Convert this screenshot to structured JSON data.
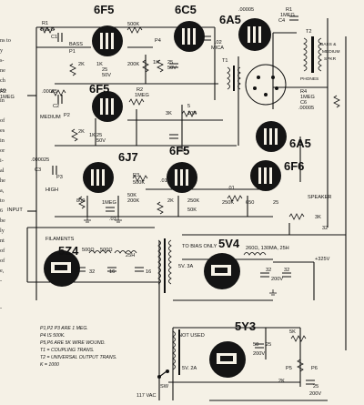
{
  "left_column": [
    "ns to",
    "y",
    "s-",
    "ne",
    "ch",
    "10",
    "in",
    "",
    "of",
    "es",
    "in",
    "or",
    "i-",
    "al",
    "he",
    "a,",
    "to",
    "6",
    "be",
    "ly",
    "nt",
    "of",
    "of",
    "e,",
    "-",
    "",
    "-"
  ],
  "tubes": {
    "t6f5_top": "6F5",
    "t6c5": "6C5",
    "t6a5_top": "6A5",
    "t6f5_mid": "6F5",
    "t6a5_mid": "6A5",
    "t6j7": "6J7",
    "t6f5_low": "6F5",
    "t6f6": "6F6",
    "t5z4": "5Z4",
    "t5v4": "5V4",
    "t5y3": "5Y3"
  },
  "labels": {
    "r1": "R1",
    "r1_val": "1MEG",
    "c1": "C1",
    "bass": "BASS",
    "p1": "P1",
    "r2k": "2K",
    "r1k": "1K",
    "c25": "25",
    "v50": "50V",
    "r500k": "500K",
    "r200k": "200K",
    "p4": "P4",
    "c02": ".02",
    "mica": "MICA",
    "t1": "T1",
    "c00005": ".00005",
    "c4": "C4",
    "t2": "T2",
    "bass_med": "BASS &",
    "medium_caps": "MEDIUM",
    "spkr": "SPKR",
    "phones": "PHONES",
    "r4": "R4",
    "c6": "C6",
    "r2": "R2",
    "c00025": ".00025",
    "c2": "C2",
    "medium_pot": "MEDIUM",
    "p2": "P2",
    "r3k": "3K",
    "c5": "5",
    "r10k": "10K",
    "c000025": ".000025",
    "c3": "C3",
    "p3": "P3",
    "high": "HIGH",
    "r800": "800",
    "c03": ".03",
    "input": "INPUT",
    "r3": "R3",
    "r50k": "50K",
    "c01": ".01",
    "r250k": "250K",
    "r650": "650",
    "speaker": "SPEAKER",
    "c32": "32",
    "filaments": "FILAMENTS",
    "l500": "500Ω",
    "l25h": "25H",
    "c16": "16",
    "to_bias": "TO BIAS ONLY",
    "v5_3a": "5V. 3A",
    "choke": "260Ω, 130MA, 25H",
    "v325": "+325V",
    "v200": "200V",
    "not_used": "NOT USED",
    "v5_2a": "5V. 2A",
    "c50": "50",
    "r5k": "5K",
    "p5": "P5",
    "p6": "P6",
    "sw": "SW",
    "vac117": "117 VAC"
  },
  "notes": [
    "P1,P2 P3 ARE 1 MEG.",
    "P4 IS 500K.",
    "P5,P6 ARE 5K WIRE WOUND.",
    "T1 = COUPLING TRANS.",
    "T2 = UNIVERSAL OUTPUT TRANS.",
    "K = 1000"
  ]
}
